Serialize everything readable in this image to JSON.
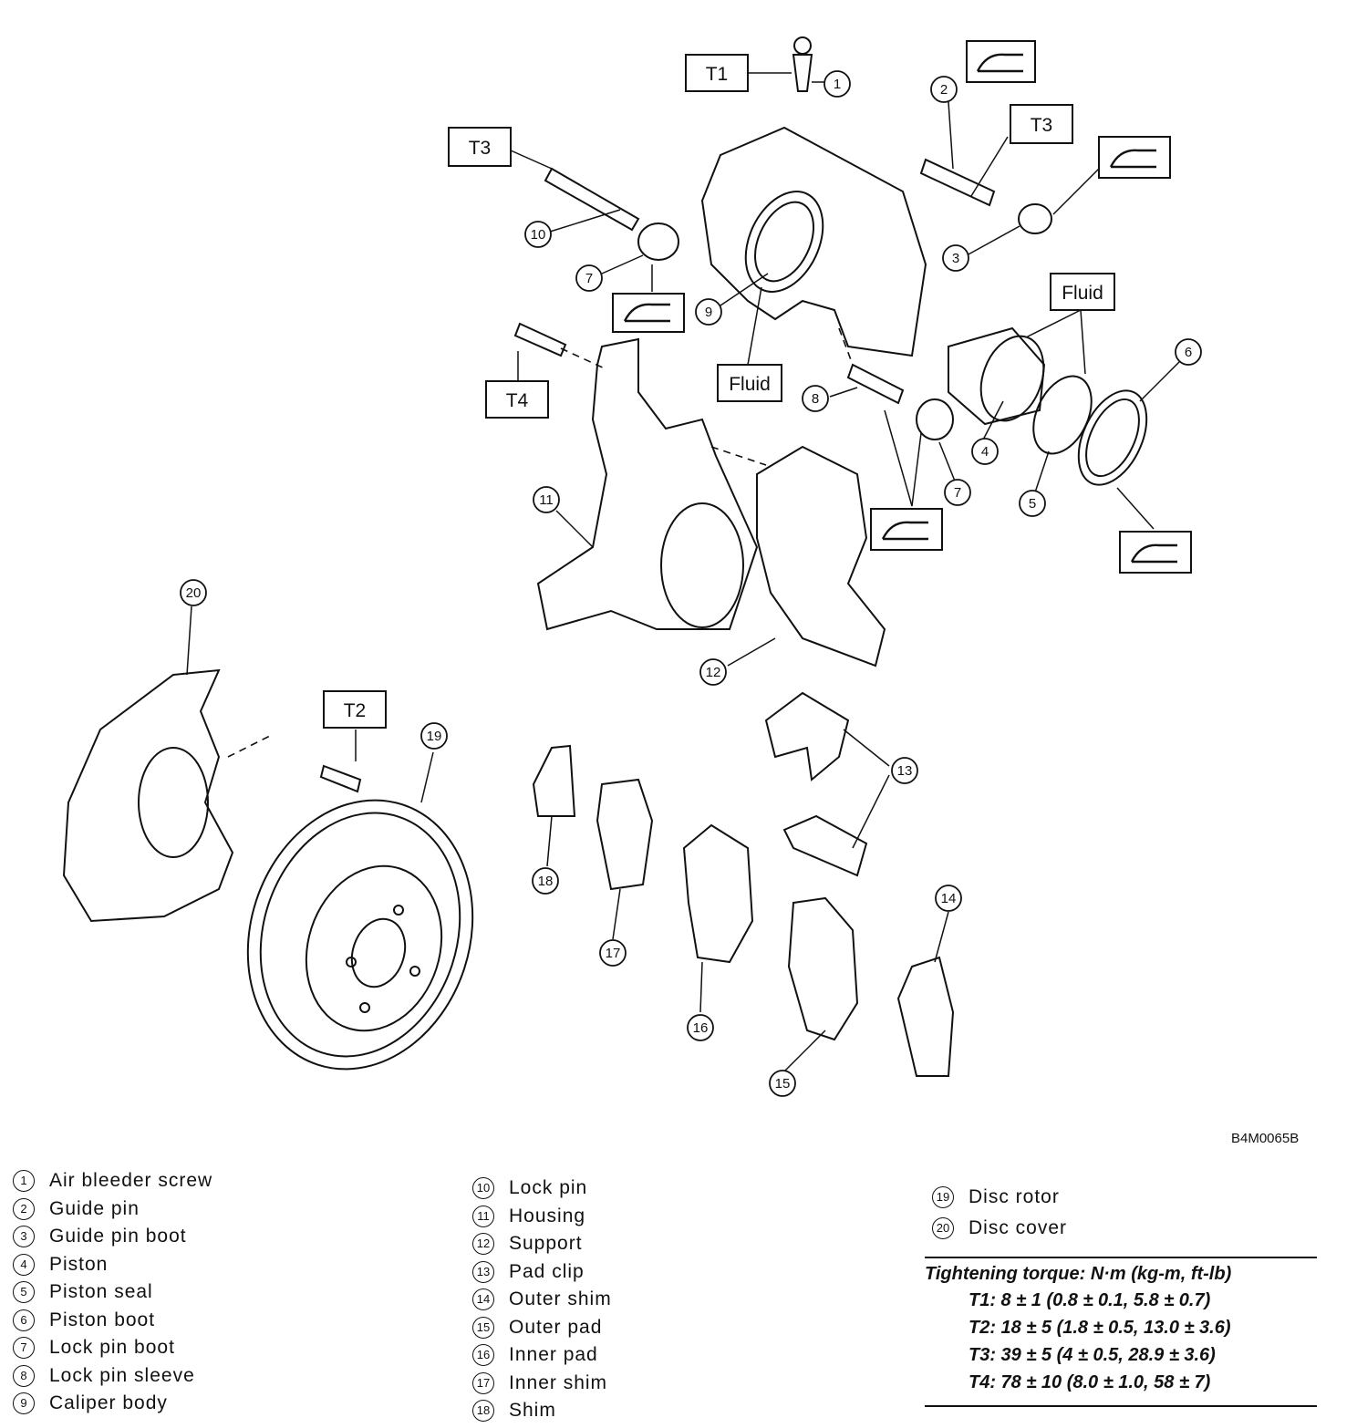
{
  "diagram": {
    "code": "B4M0065B",
    "callouts": {
      "t1": "T1",
      "t2": "T2",
      "t3a": "T3",
      "t3b": "T3",
      "t4": "T4",
      "fluid_a": "Fluid",
      "fluid_b": "Fluid"
    }
  },
  "legend": {
    "col1": [
      {
        "num": "1",
        "name": "Air bleeder screw"
      },
      {
        "num": "2",
        "name": "Guide pin"
      },
      {
        "num": "3",
        "name": "Guide pin boot"
      },
      {
        "num": "4",
        "name": "Piston"
      },
      {
        "num": "5",
        "name": "Piston seal"
      },
      {
        "num": "6",
        "name": "Piston boot"
      },
      {
        "num": "7",
        "name": "Lock pin boot"
      },
      {
        "num": "8",
        "name": "Lock pin sleeve"
      },
      {
        "num": "9",
        "name": "Caliper body"
      }
    ],
    "col2": [
      {
        "num": "10",
        "name": "Lock pin"
      },
      {
        "num": "11",
        "name": "Housing"
      },
      {
        "num": "12",
        "name": "Support"
      },
      {
        "num": "13",
        "name": "Pad clip"
      },
      {
        "num": "14",
        "name": "Outer shim"
      },
      {
        "num": "15",
        "name": "Outer pad"
      },
      {
        "num": "16",
        "name": "Inner pad"
      },
      {
        "num": "17",
        "name": "Inner shim"
      },
      {
        "num": "18",
        "name": "Shim"
      }
    ],
    "col3": [
      {
        "num": "19",
        "name": "Disc rotor"
      },
      {
        "num": "20",
        "name": "Disc cover"
      }
    ]
  },
  "torque": {
    "heading": "Tightening torque: N·m (kg-m, ft-lb)",
    "t1": "T1: 8 ± 1 (0.8 ± 0.1, 5.8 ± 0.7)",
    "t2": "T2: 18 ± 5 (1.8 ± 0.5, 13.0 ± 3.6)",
    "t3": "T3: 39 ± 5 (4 ± 0.5, 28.9 ± 3.6)",
    "t4": "T4: 78 ± 10 (8.0 ± 1.0, 58 ± 7)"
  }
}
